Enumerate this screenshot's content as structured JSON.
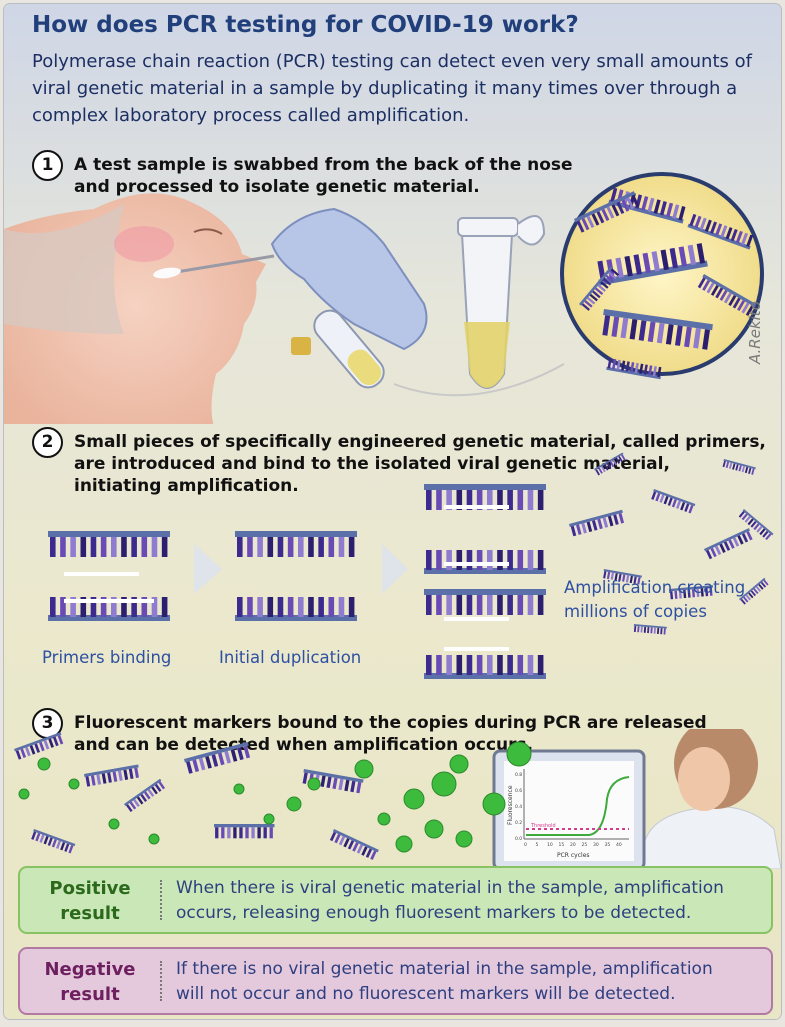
{
  "title": "How does PCR testing for COVID-19 work?",
  "intro": "Polymerase chain reaction (PCR) testing can detect even very small amounts of viral genetic material in a sample by duplicating it many times over through a complex laboratory process called amplification.",
  "steps": [
    {
      "number": "1",
      "text_line1": "A test sample is swabbed from the back of the nose",
      "text_line2": "and processed to isolate genetic material."
    },
    {
      "number": "2",
      "text_line1": "Small pieces of specifically engineered genetic material, called primers,",
      "text_line2": "are introduced and bind to the isolated viral genetic material,",
      "text_line3": "initiating amplification."
    },
    {
      "number": "3",
      "text_line1": "Fluorescent markers bound to the copies during PCR are released",
      "text_line2": "and can be detected when amplification occurs."
    }
  ],
  "captions": {
    "primers_binding": "Primers binding",
    "initial_duplication": "Initial duplication",
    "amplification_line1": "Amplification creating",
    "amplification_line2": "millions of copies"
  },
  "monitor": {
    "ylabel": "Fluorescence",
    "xlabel": "PCR cycles",
    "threshold_label": "Threshold",
    "y_ticks": [
      "0.8",
      "0.6",
      "0.4",
      "0.2",
      "0.0"
    ],
    "x_ticks": [
      "0",
      "5",
      "10",
      "15",
      "20",
      "25",
      "30",
      "35",
      "40"
    ]
  },
  "signature": "A.Rekito",
  "results": {
    "positive": {
      "label_line1": "Positive",
      "label_line2": "result",
      "text_line1": "When there is viral genetic material in the sample, amplification",
      "text_line2": "occurs, releasing enough fluoresent markers to be detected."
    },
    "negative": {
      "label_line1": "Negative",
      "label_line2": "result",
      "text_line1": "If there is no viral genetic material in the sample, amplification",
      "text_line2": "will not occur and no fluorescent markers will be detected."
    }
  },
  "colors": {
    "title": "#213f7a",
    "caption": "#2e50a2",
    "positive_bg": "#c9e7b7",
    "negative_bg": "#e4c8dc",
    "marker_green": "#3dbb3d",
    "dna_purple": "#3d2a8f"
  }
}
